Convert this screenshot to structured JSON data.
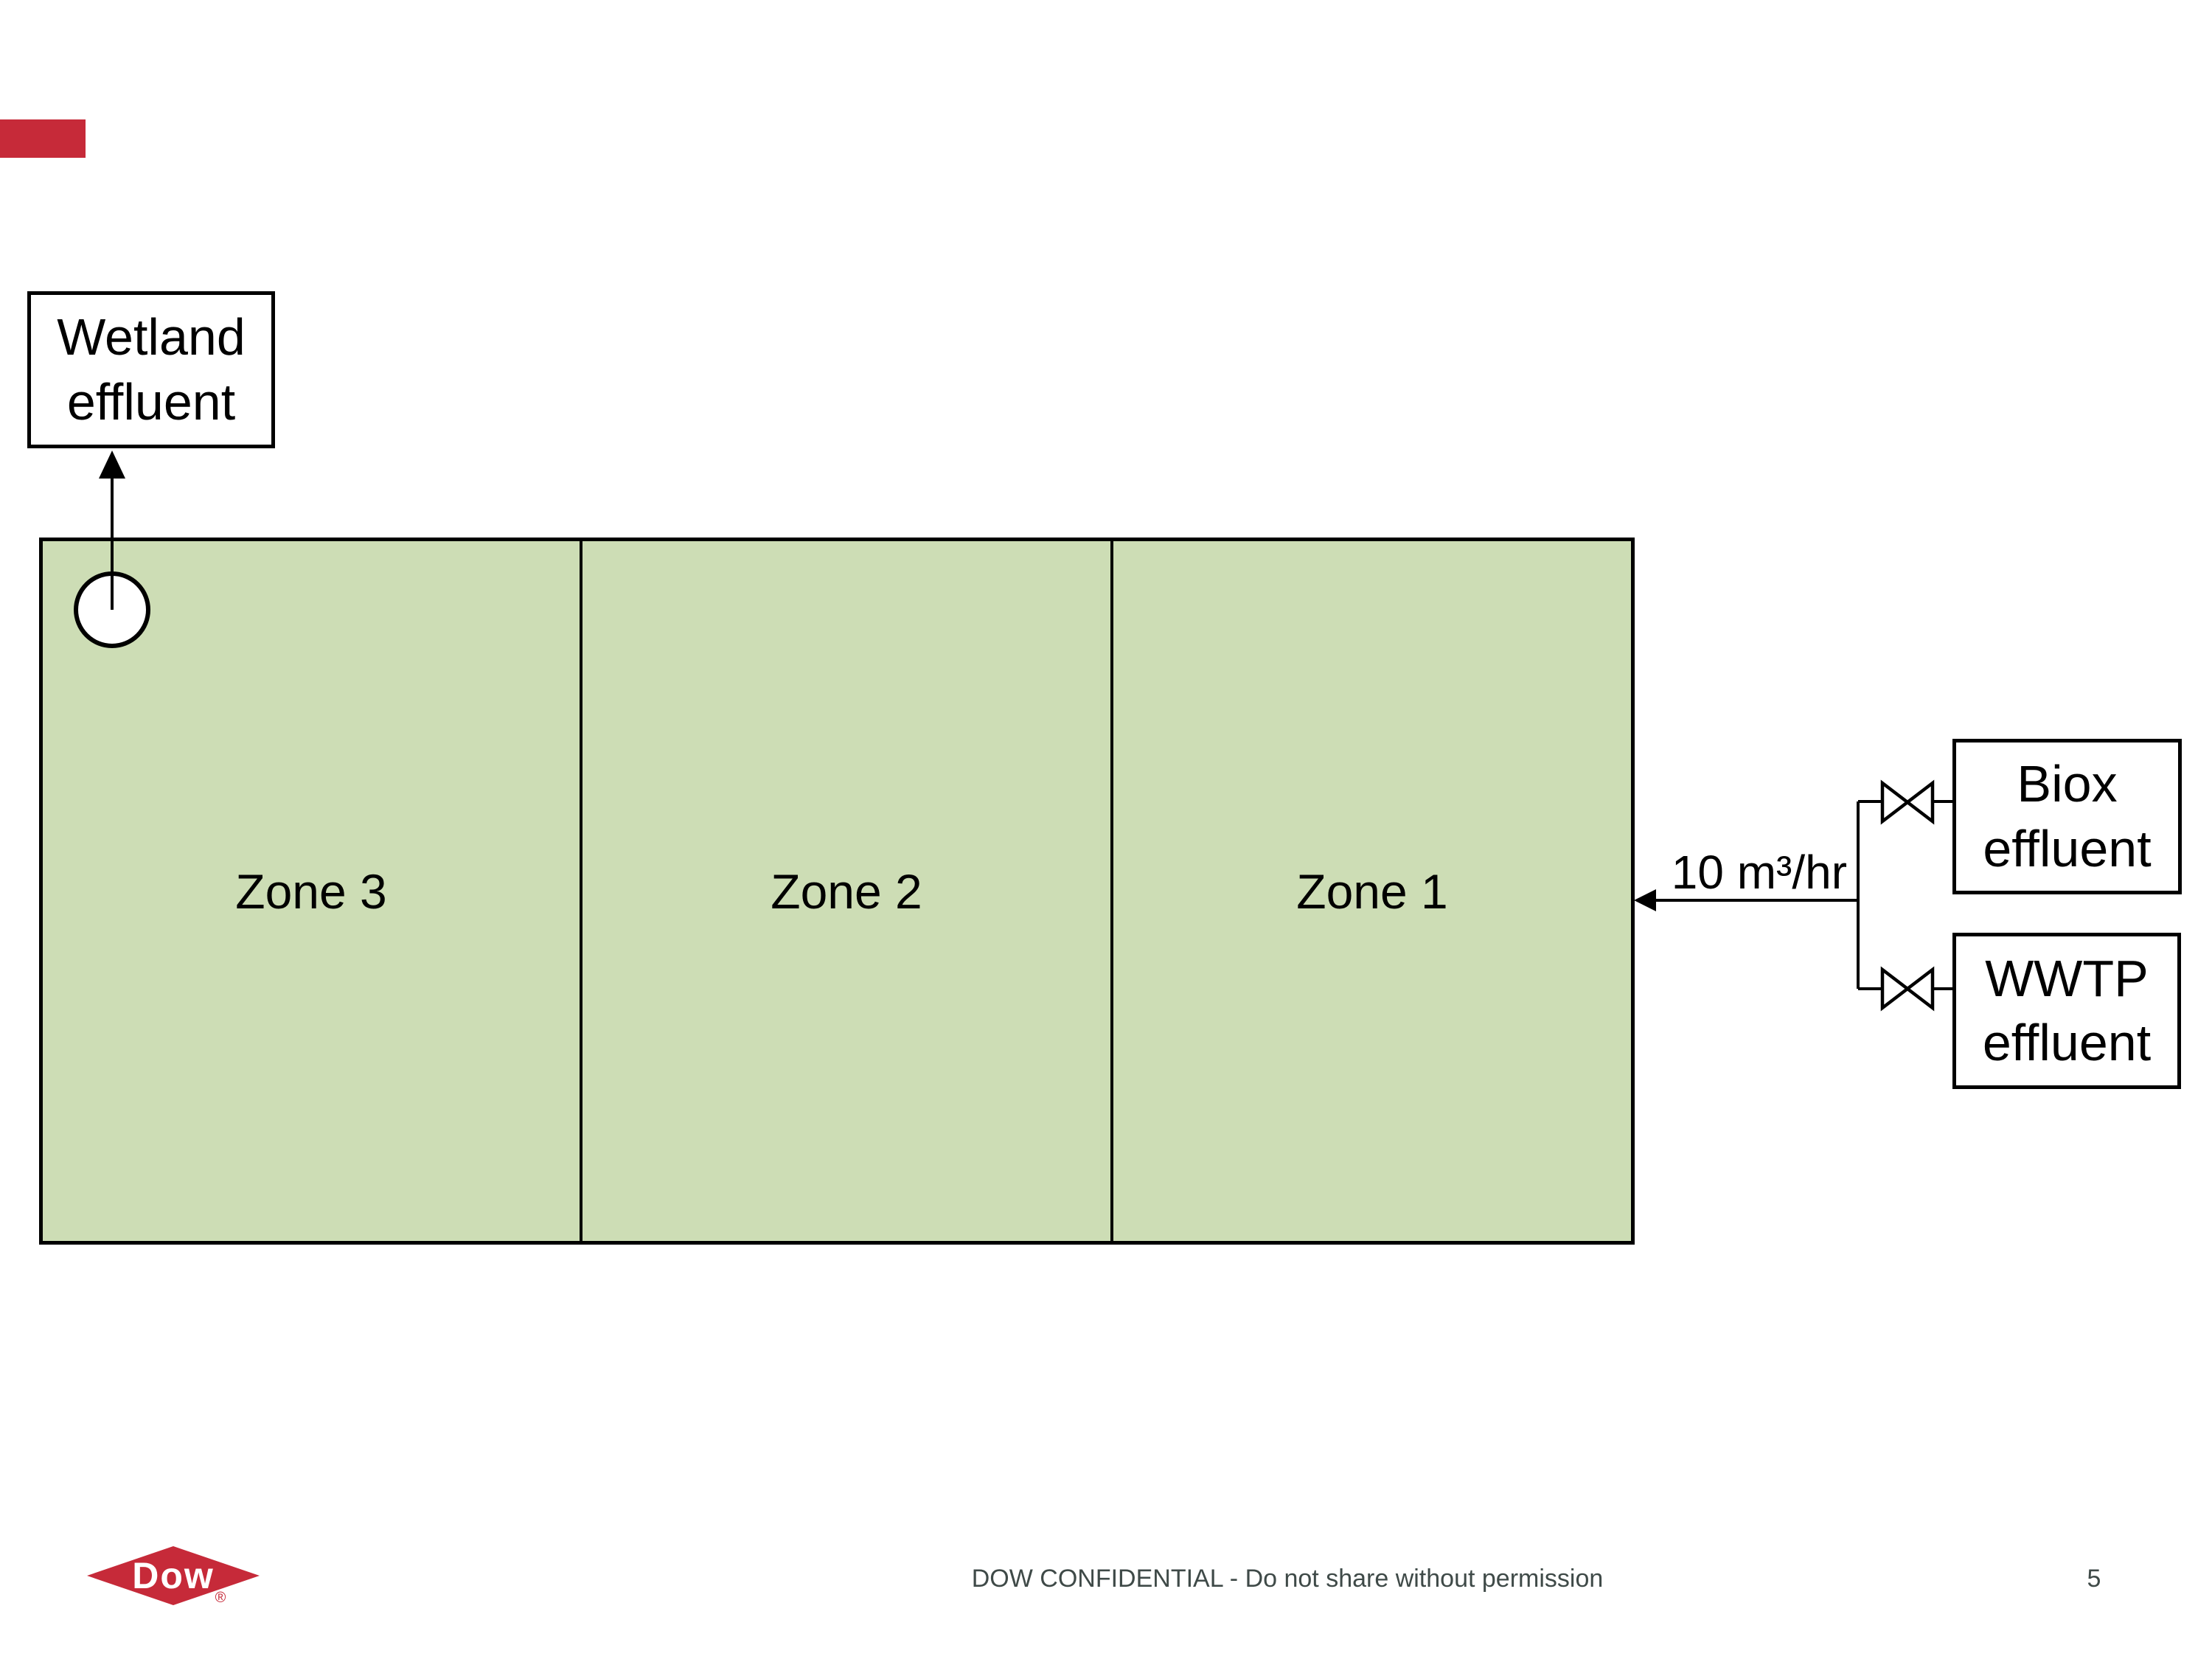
{
  "colors": {
    "accent-red": "#C62A39",
    "pond-green": "#CDDDB5",
    "line-black": "#000000",
    "footer-gray": "#3F4A48"
  },
  "diagram": {
    "wetland_label": "Wetland effluent",
    "zones": [
      {
        "label": "Zone 3"
      },
      {
        "label": "Zone 2"
      },
      {
        "label": "Zone 1"
      }
    ],
    "flow_label": "10 m³/hr",
    "sources": [
      {
        "label": "Biox effluent"
      },
      {
        "label": "WWTP effluent"
      }
    ],
    "icons": {
      "valves": "valve-icon",
      "outlet": "outlet-circle-icon",
      "arrows": "flow-arrow-icon"
    }
  },
  "footer": {
    "confidential": "DOW CONFIDENTIAL - Do not share without permission",
    "page_number": "5",
    "logo_word": "Dow",
    "logo_registered": "®"
  }
}
